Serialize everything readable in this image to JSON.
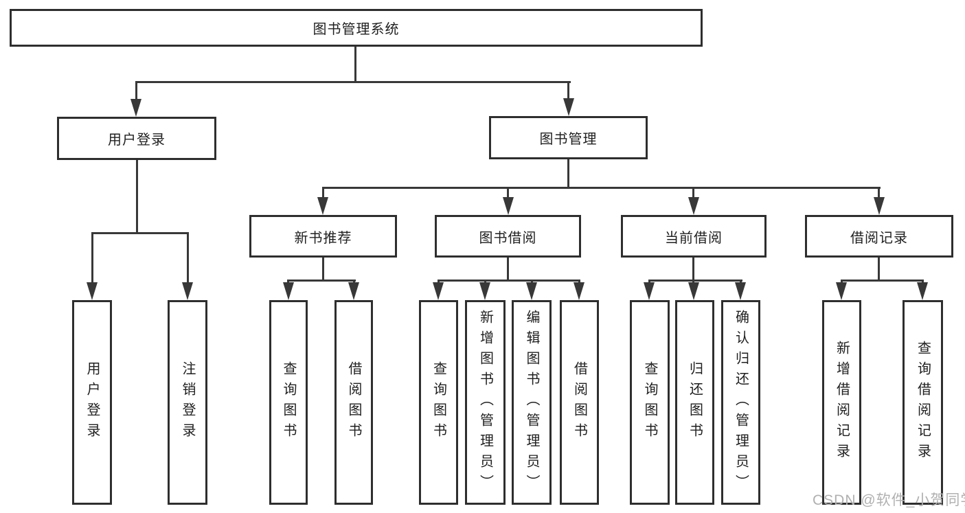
{
  "tree": {
    "root": {
      "label": "图书管理系统"
    },
    "branches": [
      {
        "label": "用户登录",
        "children": [
          {
            "label": "用户登录"
          },
          {
            "label": "注销登录"
          }
        ]
      },
      {
        "label": "图书管理",
        "children": [
          {
            "label": "新书推荐",
            "children": [
              {
                "label": "查询图书"
              },
              {
                "label": "借阅图书"
              }
            ]
          },
          {
            "label": "图书借阅",
            "children": [
              {
                "label": "查询图书"
              },
              {
                "label": "新增图书（管理员）"
              },
              {
                "label": "编辑图书（管理员）"
              },
              {
                "label": "借阅图书"
              }
            ]
          },
          {
            "label": "当前借阅",
            "children": [
              {
                "label": "查询图书"
              },
              {
                "label": "归还图书"
              },
              {
                "label": "确认归还（管理员）"
              }
            ]
          },
          {
            "label": "借阅记录",
            "children": [
              {
                "label": "新增借阅记录"
              },
              {
                "label": "查询借阅记录"
              }
            ]
          }
        ]
      }
    ]
  },
  "watermark": "CSDN @软件_小贺同学",
  "colors": {
    "line": "#383838",
    "box_border": "#2e2e2e",
    "text": "#1f1f1f",
    "background": "#ffffff",
    "watermark": "#b0b0b0"
  }
}
